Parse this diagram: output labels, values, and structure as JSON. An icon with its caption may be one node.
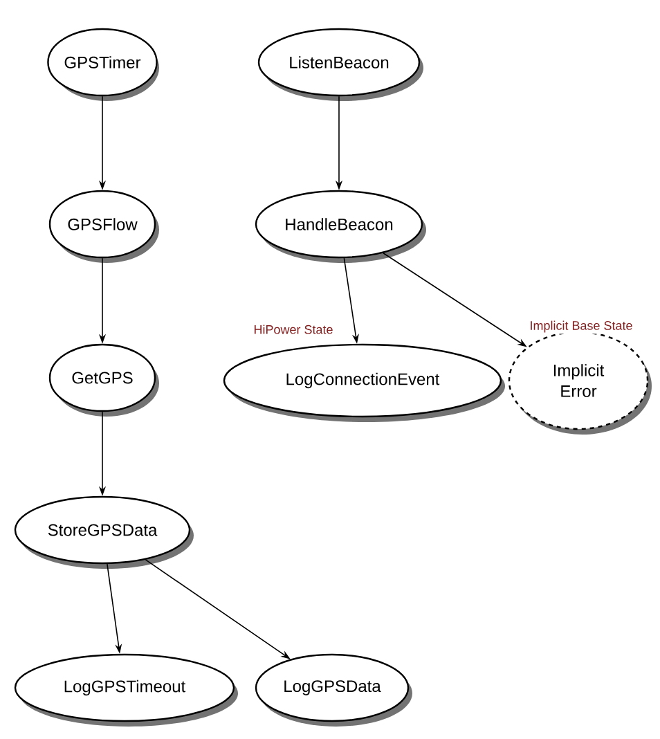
{
  "diagram": {
    "nodes": [
      {
        "text": [
          "GPSTimer"
        ]
      },
      {
        "text": [
          "ListenBeacon"
        ]
      },
      {
        "text": [
          "GPSFlow"
        ]
      },
      {
        "text": [
          "HandleBeacon"
        ]
      },
      {
        "text": [
          "GetGPS"
        ]
      },
      {
        "text": [
          "LogConnectionEvent"
        ]
      },
      {
        "text": [
          "Implicit Error"
        ]
      },
      {
        "text": [
          "StoreGPSData"
        ]
      },
      {
        "text": [
          "LogGPSTimeout"
        ]
      },
      {
        "text": [
          "LogGPSData"
        ]
      }
    ],
    "edges": [
      {
        "from": 0,
        "to": 2,
        "arrow": "to"
      },
      {
        "from": 1,
        "to": 3,
        "arrow": "to"
      },
      {
        "from": 2,
        "to": 4,
        "arrow": "to"
      },
      {
        "from": 3,
        "to": 5,
        "arrow": "to",
        "label": "HiPower State"
      },
      {
        "from": 3,
        "to": 6,
        "arrow": "to",
        "label": "Implicit Base State"
      },
      {
        "from": 4,
        "to": 7,
        "arrow": "to"
      },
      {
        "from": 7,
        "to": 8,
        "arrow": "to"
      },
      {
        "from": 7,
        "to": 9,
        "arrow": "to"
      }
    ]
  }
}
